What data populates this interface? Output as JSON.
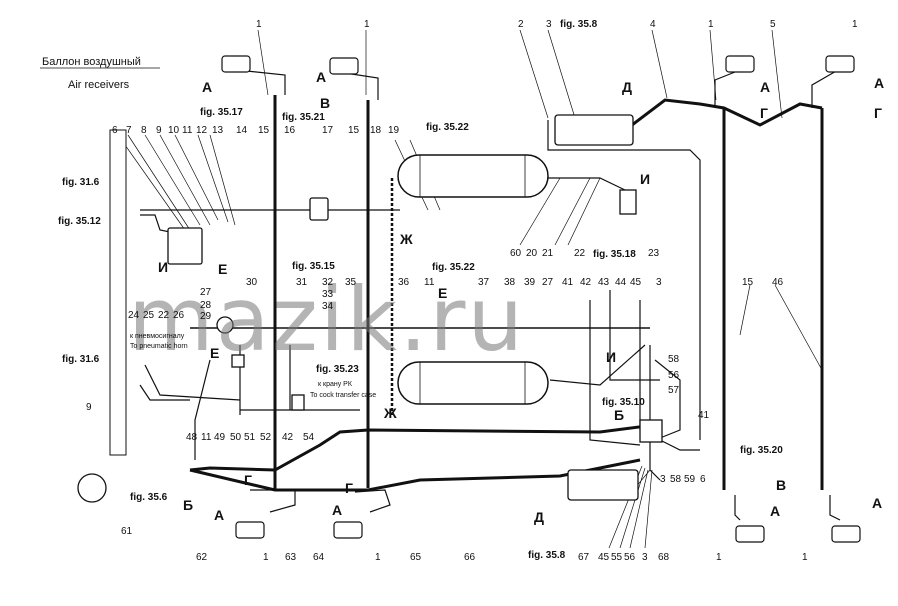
{
  "title_ru": "Баллон воздушный",
  "title_en": "Air receivers",
  "watermark": "mazik.ru",
  "corner_mark": "",
  "notes": {
    "pneumo_ru": "к пневмосигналу",
    "pneumo_en": "To pneumatic horn",
    "crane_ru": "к крану РК",
    "crane_en": "To cock transfer case"
  },
  "numbers": [
    "1",
    "1",
    "1",
    "1",
    "1",
    "1",
    "1",
    "1",
    "2",
    "3",
    "4",
    "5",
    "6",
    "7",
    "8",
    "9",
    "10",
    "11",
    "12",
    "13",
    "14",
    "15",
    "16",
    "17",
    "15",
    "18",
    "19",
    "60",
    "20",
    "21",
    "22",
    "23",
    "27",
    "24",
    "25",
    "22",
    "26",
    "28",
    "29",
    "30",
    "31",
    "32",
    "33",
    "34",
    "35",
    "36",
    "11",
    "37",
    "38",
    "39",
    "27",
    "41",
    "42",
    "43",
    "44",
    "45",
    "3",
    "15",
    "46",
    "58",
    "56",
    "57",
    "41",
    "9",
    "48",
    "11",
    "49",
    "50",
    "51",
    "52",
    "42",
    "54",
    "3",
    "58",
    "59",
    "6",
    "62",
    "63",
    "64",
    "65",
    "66",
    "67",
    "68",
    "45",
    "55",
    "56",
    "3",
    "61"
  ],
  "figs": [
    "fig. 35.8",
    "fig. 35.17",
    "fig. 35.21",
    "fig. 35.22",
    "fig. 31.6",
    "fig. 35.12",
    "fig. 35.15",
    "fig. 35.22",
    "fig. 35.18",
    "fig. 31.6",
    "fig. 35.23",
    "fig. 35.10",
    "fig. 35.20",
    "fig. 35.6",
    "fig. 35.8"
  ],
  "letters": [
    "А",
    "А",
    "В",
    "А",
    "А",
    "Д",
    "Г",
    "Г",
    "И",
    "И",
    "Е",
    "Е",
    "Е",
    "Ж",
    "Ж",
    "И",
    "Б",
    "Б",
    "Г",
    "Г",
    "А",
    "А",
    "Д",
    "В",
    "А",
    "А"
  ]
}
